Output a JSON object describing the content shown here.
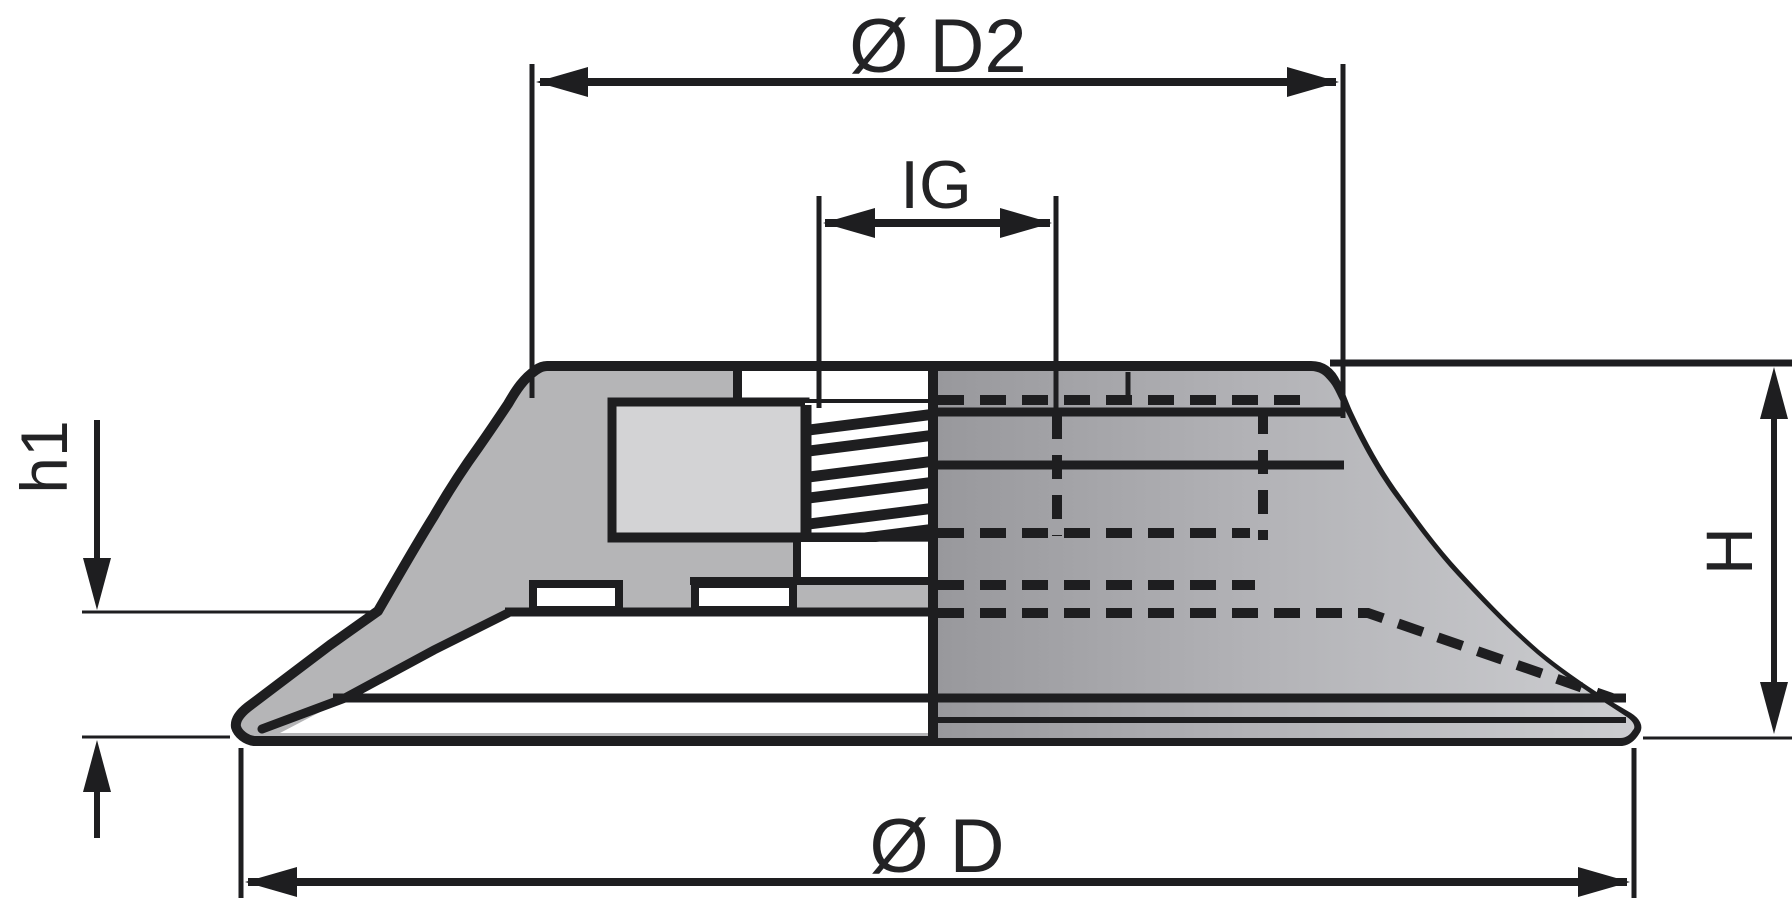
{
  "drawing": {
    "title": "Flat suction cup – sectional technical drawing",
    "labels": {
      "d2": "Ø D2",
      "ig": "IG",
      "h1": "h1",
      "h": "H",
      "d": "Ø D"
    },
    "colors": {
      "line": "#1e1e20",
      "text": "#232325",
      "section_fill": "#b5b5b7",
      "insert_fill": "#d3d3d5",
      "exterior_dark": "#9c9ca0",
      "exterior_light": "#cbcccf",
      "background": "#ffffff"
    }
  }
}
